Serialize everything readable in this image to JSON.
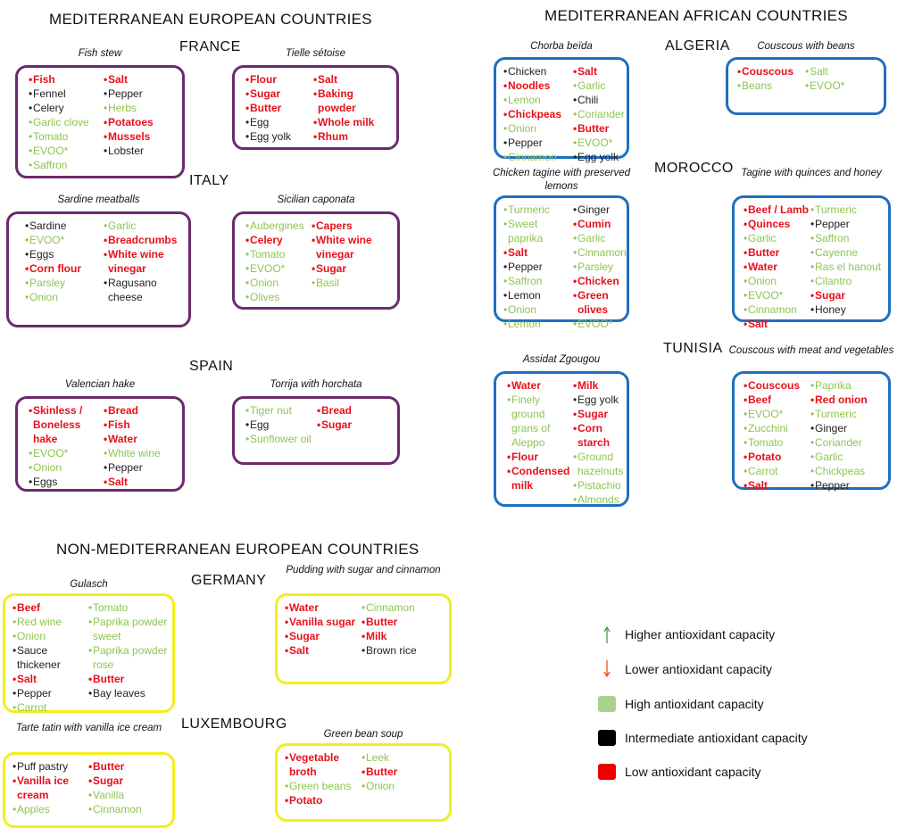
{
  "colors": {
    "purple": "#6b2a6e",
    "blue": "#1f6fbf",
    "yellow": "#f2ee1c",
    "red": "#e8101b",
    "green": "#8ec552",
    "black": "#111111"
  },
  "sections": {
    "med_eu": "MEDITERRANEAN EUROPEAN COUNTRIES",
    "med_af": "MEDITERRANEAN AFRICAN COUNTRIES",
    "non_med": "NON-MEDITERRANEAN EUROPEAN COUNTRIES"
  },
  "countries": {
    "france": "FRANCE",
    "italy": "ITALY",
    "spain": "SPAIN",
    "algeria": "ALGERIA",
    "morocco": "MOROCCO",
    "tunisia": "TUNISIA",
    "germany": "GERMANY",
    "luxembourg": "LUXEMBOURG"
  },
  "dishes": [
    {
      "id": "fish-stew",
      "title": "Fish stew",
      "cols": [
        [
          {
            "t": "Fish",
            "c": "red"
          },
          {
            "t": "Fennel",
            "c": "black"
          },
          {
            "t": "Celery",
            "c": "black"
          },
          {
            "t": "Garlic clove",
            "c": "green"
          },
          {
            "t": "Tomato",
            "c": "green"
          },
          {
            "t": "EVOO*",
            "c": "green"
          },
          {
            "t": "Saffron",
            "c": "green"
          }
        ],
        [
          {
            "t": "Salt",
            "c": "red"
          },
          {
            "t": "Pepper",
            "c": "black"
          },
          {
            "t": "Herbs",
            "c": "green"
          },
          {
            "t": "Potatoes",
            "c": "red"
          },
          {
            "t": "Mussels",
            "c": "red"
          },
          {
            "t": "Lobster",
            "c": "black"
          }
        ]
      ]
    },
    {
      "id": "tielle",
      "title": "Tielle sétoise",
      "cols": [
        [
          {
            "t": "Flour",
            "c": "red"
          },
          {
            "t": "Sugar",
            "c": "red"
          },
          {
            "t": "Butter",
            "c": "red"
          },
          {
            "t": "Egg",
            "c": "black"
          },
          {
            "t": "Egg yolk",
            "c": "black"
          }
        ],
        [
          {
            "t": "Salt",
            "c": "red"
          },
          {
            "t": "Baking powder",
            "c": "red"
          },
          {
            "t": "Whole milk",
            "c": "red"
          },
          {
            "t": "Rhum",
            "c": "red"
          }
        ]
      ]
    },
    {
      "id": "sardine",
      "title": "Sardine meatballs",
      "cols": [
        [
          {
            "t": "Sardine",
            "c": "black"
          },
          {
            "t": "EVOO*",
            "c": "green"
          },
          {
            "t": "Eggs",
            "c": "black"
          },
          {
            "t": "Corn flour",
            "c": "red"
          },
          {
            "t": "Parsley",
            "c": "green"
          },
          {
            "t": "Onion",
            "c": "green"
          }
        ],
        [
          {
            "t": "Garlic",
            "c": "green"
          },
          {
            "t": "Breadcrumbs",
            "c": "red"
          },
          {
            "t": "White wine vinegar",
            "c": "red"
          },
          {
            "t": "Ragusano cheese",
            "c": "black"
          }
        ]
      ]
    },
    {
      "id": "caponata",
      "title": "Sicilian caponata",
      "cols": [
        [
          {
            "t": "Aubergines",
            "c": "green"
          },
          {
            "t": "Celery",
            "c": "red"
          },
          {
            "t": "Tomato",
            "c": "green"
          },
          {
            "t": "EVOO*",
            "c": "green"
          },
          {
            "t": "Onion",
            "c": "green"
          },
          {
            "t": "Olives",
            "c": "green"
          }
        ],
        [
          {
            "t": "Capers",
            "c": "red"
          },
          {
            "t": "White wine vinegar",
            "c": "red"
          },
          {
            "t": "Sugar",
            "c": "red"
          },
          {
            "t": "Basil",
            "c": "green"
          }
        ]
      ]
    },
    {
      "id": "hake",
      "title": "Valencian hake",
      "cols": [
        [
          {
            "t": "Skinless / Boneless hake",
            "c": "red"
          },
          {
            "t": "EVOO*",
            "c": "green"
          },
          {
            "t": "Onion",
            "c": "green"
          },
          {
            "t": "Eggs",
            "c": "black"
          }
        ],
        [
          {
            "t": "Bread",
            "c": "red"
          },
          {
            "t": "Fish",
            "c": "red"
          },
          {
            "t": "Water",
            "c": "red"
          },
          {
            "t": "White wine",
            "c": "green"
          },
          {
            "t": "Pepper",
            "c": "black"
          },
          {
            "t": "Salt",
            "c": "red"
          }
        ]
      ]
    },
    {
      "id": "torrija",
      "title": "Torrija with horchata",
      "cols": [
        [
          {
            "t": "Tiger nut",
            "c": "green"
          },
          {
            "t": "Egg",
            "c": "black"
          },
          {
            "t": "Sunflower oil",
            "c": "green"
          }
        ],
        [
          {
            "t": "Bread",
            "c": "red"
          },
          {
            "t": "Sugar",
            "c": "red"
          }
        ]
      ]
    },
    {
      "id": "chorba",
      "title": "Chorba beïda",
      "cols": [
        [
          {
            "t": "Chicken",
            "c": "black"
          },
          {
            "t": "Noodles",
            "c": "red"
          },
          {
            "t": "Lemon",
            "c": "green"
          },
          {
            "t": "Chickpeas",
            "c": "red"
          },
          {
            "t": "Onion",
            "c": "green"
          },
          {
            "t": "Pepper",
            "c": "black"
          },
          {
            "t": "Cinnamon",
            "c": "green"
          }
        ],
        [
          {
            "t": "Salt",
            "c": "red"
          },
          {
            "t": "Garlic",
            "c": "green"
          },
          {
            "t": "Chili",
            "c": "black"
          },
          {
            "t": "Coriander",
            "c": "green"
          },
          {
            "t": "Butter",
            "c": "red"
          },
          {
            "t": "EVOO*",
            "c": "green"
          },
          {
            "t": "Egg yolk",
            "c": "black"
          }
        ]
      ]
    },
    {
      "id": "couscous-beans",
      "title": "Couscous with beans",
      "cols": [
        [
          {
            "t": "Couscous",
            "c": "red"
          },
          {
            "t": "Beans",
            "c": "green"
          }
        ],
        [
          {
            "t": "Salt",
            "c": "green"
          },
          {
            "t": "EVOO*",
            "c": "green"
          }
        ]
      ]
    },
    {
      "id": "tagine-lemon",
      "title": "Chicken tagine with preserved lemons",
      "cols": [
        [
          {
            "t": "Turmeric",
            "c": "green"
          },
          {
            "t": "Sweet paprika",
            "c": "green"
          },
          {
            "t": "Salt",
            "c": "red"
          },
          {
            "t": "Pepper",
            "c": "black"
          },
          {
            "t": "Saffron",
            "c": "green"
          },
          {
            "t": "Lemon",
            "c": "black"
          },
          {
            "t": "Onion",
            "c": "green"
          },
          {
            "t": "Lemon",
            "c": "green"
          }
        ],
        [
          {
            "t": "Ginger",
            "c": "black"
          },
          {
            "t": "Cumin",
            "c": "red"
          },
          {
            "t": "Garlic",
            "c": "green"
          },
          {
            "t": "Cinnamon",
            "c": "green"
          },
          {
            "t": "Parsley",
            "c": "green"
          },
          {
            "t": "Chicken",
            "c": "red"
          },
          {
            "t": "Green olives",
            "c": "red"
          },
          {
            "t": "EVOO*",
            "c": "green"
          }
        ]
      ]
    },
    {
      "id": "tagine-quince",
      "title": "Tagine with quinces and honey",
      "cols": [
        [
          {
            "t": "Beef / Lamb",
            "c": "red"
          },
          {
            "t": "Quinces",
            "c": "red"
          },
          {
            "t": "Garlic",
            "c": "green"
          },
          {
            "t": "Butter",
            "c": "red"
          },
          {
            "t": "Water",
            "c": "red"
          },
          {
            "t": "Onion",
            "c": "green"
          },
          {
            "t": "EVOO*",
            "c": "green"
          },
          {
            "t": "Cinnamon",
            "c": "green"
          },
          {
            "t": "Salt",
            "c": "red"
          }
        ],
        [
          {
            "t": "Turmeric",
            "c": "green"
          },
          {
            "t": "Pepper",
            "c": "black"
          },
          {
            "t": "Saffron",
            "c": "green"
          },
          {
            "t": "Cayenne",
            "c": "green"
          },
          {
            "t": "Ras el hanout",
            "c": "green"
          },
          {
            "t": "Cilantro",
            "c": "green"
          },
          {
            "t": "Sugar",
            "c": "red"
          },
          {
            "t": "Honey",
            "c": "black"
          }
        ]
      ]
    },
    {
      "id": "assidat",
      "title": "Assidat Zgougou",
      "cols": [
        [
          {
            "t": "Water",
            "c": "red"
          },
          {
            "t": "Finely ground grans of Aleppo",
            "c": "green"
          },
          {
            "t": "Flour",
            "c": "red"
          },
          {
            "t": "Condensed milk",
            "c": "red"
          }
        ],
        [
          {
            "t": "Milk",
            "c": "red"
          },
          {
            "t": "Egg yolk",
            "c": "black"
          },
          {
            "t": "Sugar",
            "c": "red"
          },
          {
            "t": "Corn starch",
            "c": "red"
          },
          {
            "t": "Ground hazelnuts",
            "c": "green"
          },
          {
            "t": "Pistachio",
            "c": "green"
          },
          {
            "t": "Almonds",
            "c": "green"
          }
        ]
      ]
    },
    {
      "id": "couscous-meat",
      "title": "Couscous with meat and vegetables",
      "cols": [
        [
          {
            "t": "Couscous",
            "c": "red"
          },
          {
            "t": "Beef",
            "c": "red"
          },
          {
            "t": "EVOO*",
            "c": "green"
          },
          {
            "t": "Zucchini",
            "c": "green"
          },
          {
            "t": "Tomato",
            "c": "green"
          },
          {
            "t": "Potato",
            "c": "red"
          },
          {
            "t": "Carrot",
            "c": "green"
          },
          {
            "t": "Salt",
            "c": "red"
          }
        ],
        [
          {
            "t": "Paprika",
            "c": "green"
          },
          {
            "t": "Red onion",
            "c": "red"
          },
          {
            "t": "Turmeric",
            "c": "green"
          },
          {
            "t": "Ginger",
            "c": "black"
          },
          {
            "t": "Coriander",
            "c": "green"
          },
          {
            "t": "Garlic",
            "c": "green"
          },
          {
            "t": "Chickpeas",
            "c": "green"
          },
          {
            "t": "Pepper",
            "c": "black"
          }
        ]
      ]
    },
    {
      "id": "gulasch",
      "title": "Gulasch",
      "cols": [
        [
          {
            "t": "Beef",
            "c": "red"
          },
          {
            "t": "Red wine",
            "c": "green"
          },
          {
            "t": "Onion",
            "c": "green"
          },
          {
            "t": "Sauce thickener",
            "c": "black"
          },
          {
            "t": "Salt",
            "c": "red"
          },
          {
            "t": "Pepper",
            "c": "black"
          },
          {
            "t": "Carrot",
            "c": "green"
          }
        ],
        [
          {
            "t": "Tomato",
            "c": "green"
          },
          {
            "t": "Paprika powder sweet",
            "c": "green"
          },
          {
            "t": "Paprika powder rose",
            "c": "green"
          },
          {
            "t": "Butter",
            "c": "red"
          },
          {
            "t": "Bay leaves",
            "c": "black"
          }
        ]
      ]
    },
    {
      "id": "pudding",
      "title": "Pudding with sugar and cinnamon",
      "cols": [
        [
          {
            "t": "Water",
            "c": "red"
          },
          {
            "t": "Vanilla sugar",
            "c": "red"
          },
          {
            "t": "Sugar",
            "c": "red"
          },
          {
            "t": "Salt",
            "c": "red"
          }
        ],
        [
          {
            "t": "Cinnamon",
            "c": "green"
          },
          {
            "t": "Butter",
            "c": "red"
          },
          {
            "t": "Milk",
            "c": "red"
          },
          {
            "t": "Brown rice",
            "c": "black"
          }
        ]
      ]
    },
    {
      "id": "tarte",
      "title": "Tarte tatin with vanilla ice cream",
      "cols": [
        [
          {
            "t": "Puff pastry",
            "c": "black"
          },
          {
            "t": "Vanilla ice cream",
            "c": "red"
          },
          {
            "t": "Apples",
            "c": "green"
          }
        ],
        [
          {
            "t": "Butter",
            "c": "red"
          },
          {
            "t": "Sugar",
            "c": "red"
          },
          {
            "t": "Vanilla",
            "c": "green"
          },
          {
            "t": "Cinnamon",
            "c": "green"
          }
        ]
      ]
    },
    {
      "id": "greenbean",
      "title": "Green bean soup",
      "cols": [
        [
          {
            "t": "Vegetable broth",
            "c": "red"
          },
          {
            "t": "Green beans",
            "c": "green"
          },
          {
            "t": "Potato",
            "c": "red"
          }
        ],
        [
          {
            "t": "Leek",
            "c": "green"
          },
          {
            "t": "Butter",
            "c": "red"
          },
          {
            "t": "Onion",
            "c": "green"
          }
        ]
      ]
    }
  ],
  "legend": {
    "higher": "Higher antioxidant capacity",
    "lower": "Lower antioxidant capacity",
    "high": "High antioxidant capacity",
    "intermediate": "Intermediate antioxidant capacity",
    "low": "Low antioxidant capacity"
  }
}
